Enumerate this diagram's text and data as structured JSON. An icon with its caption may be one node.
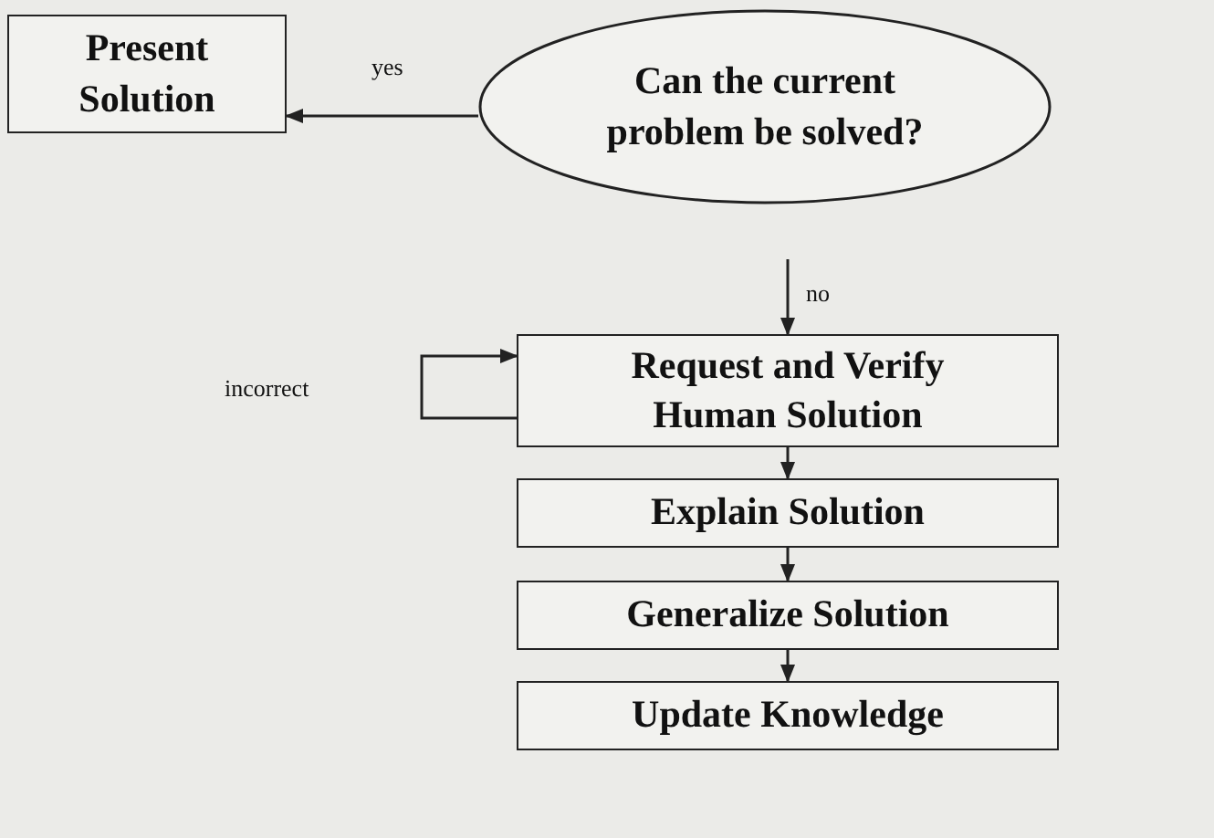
{
  "diagram": {
    "nodes": [
      {
        "text": [
          "Present Solution"
        ]
      },
      {
        "text": [
          "Can the current problem be solved?"
        ]
      },
      {
        "text": [
          "Request and Verify Human Solution"
        ]
      },
      {
        "text": [
          "Explain Solution"
        ]
      },
      {
        "text": [
          "Generalize Solution"
        ]
      },
      {
        "text": [
          "Update Knowledge"
        ]
      }
    ],
    "edges": [
      {
        "from": 1,
        "to": 0,
        "arrow": "to",
        "label": "yes"
      },
      {
        "from": 1,
        "to": 2,
        "arrow": "to",
        "label": "no"
      },
      {
        "from": 2,
        "to": 2,
        "arrow": "to",
        "label": "incorrect"
      },
      {
        "from": 2,
        "to": 3,
        "arrow": "to"
      },
      {
        "from": 3,
        "to": 4,
        "arrow": "to"
      },
      {
        "from": 4,
        "to": 5,
        "arrow": "to"
      }
    ]
  }
}
